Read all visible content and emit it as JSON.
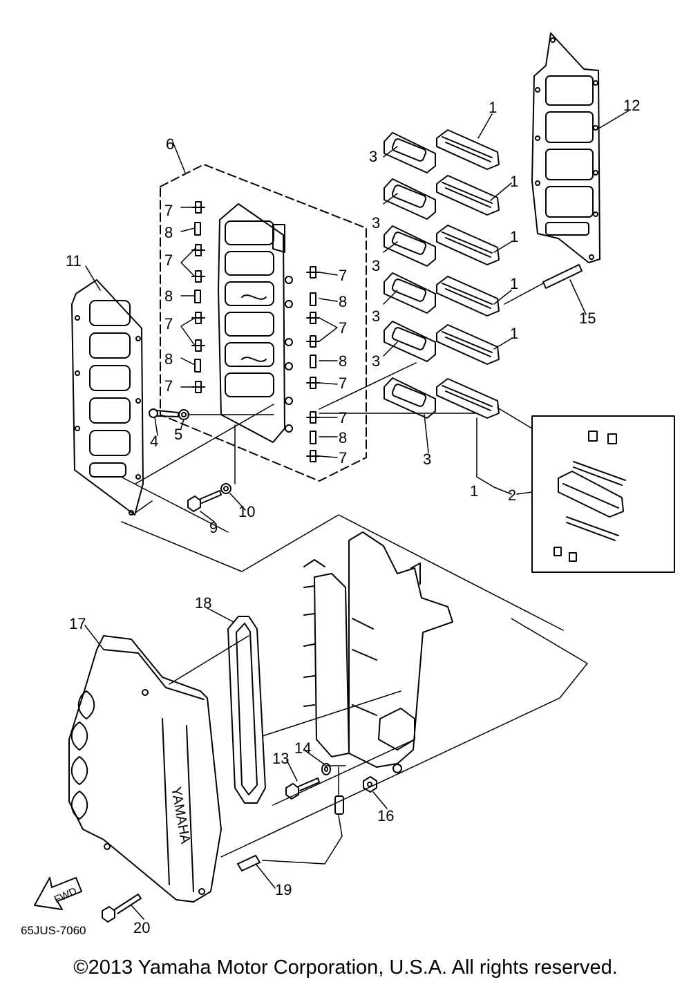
{
  "diagram": {
    "drawing_code": "65JUS-7060",
    "fwd_label": "FWD",
    "brand_mark": "YAMAHA",
    "callouts": [
      {
        "id": "c1a",
        "label": "1"
      },
      {
        "id": "c1b",
        "label": "1"
      },
      {
        "id": "c1c",
        "label": "1"
      },
      {
        "id": "c1d",
        "label": "1"
      },
      {
        "id": "c1e",
        "label": "1"
      },
      {
        "id": "c1f",
        "label": "1"
      },
      {
        "id": "c2",
        "label": "2"
      },
      {
        "id": "c3a",
        "label": "3"
      },
      {
        "id": "c3b",
        "label": "3"
      },
      {
        "id": "c3c",
        "label": "3"
      },
      {
        "id": "c3d",
        "label": "3"
      },
      {
        "id": "c3e",
        "label": "3"
      },
      {
        "id": "c3f",
        "label": "3"
      },
      {
        "id": "c4",
        "label": "4"
      },
      {
        "id": "c5",
        "label": "5"
      },
      {
        "id": "c6",
        "label": "6"
      },
      {
        "id": "c7a",
        "label": "7"
      },
      {
        "id": "c7b",
        "label": "7"
      },
      {
        "id": "c7c",
        "label": "7"
      },
      {
        "id": "c7d",
        "label": "7"
      },
      {
        "id": "c7e",
        "label": "7"
      },
      {
        "id": "c7f",
        "label": "7"
      },
      {
        "id": "c7g",
        "label": "7"
      },
      {
        "id": "c7h",
        "label": "7"
      },
      {
        "id": "c7i",
        "label": "7"
      },
      {
        "id": "c8a",
        "label": "8"
      },
      {
        "id": "c8b",
        "label": "8"
      },
      {
        "id": "c8c",
        "label": "8"
      },
      {
        "id": "c8d",
        "label": "8"
      },
      {
        "id": "c8e",
        "label": "8"
      },
      {
        "id": "c8f",
        "label": "8"
      },
      {
        "id": "c9",
        "label": "9"
      },
      {
        "id": "c10",
        "label": "10"
      },
      {
        "id": "c11",
        "label": "11"
      },
      {
        "id": "c12",
        "label": "12"
      },
      {
        "id": "c13",
        "label": "13"
      },
      {
        "id": "c14",
        "label": "14"
      },
      {
        "id": "c15",
        "label": "15"
      },
      {
        "id": "c16",
        "label": "16"
      },
      {
        "id": "c17",
        "label": "17"
      },
      {
        "id": "c18",
        "label": "18"
      },
      {
        "id": "c19",
        "label": "19"
      },
      {
        "id": "c20",
        "label": "20"
      }
    ]
  },
  "footer": {
    "copyright": "©2013 Yamaha Motor Corporation, U.S.A. All rights reserved."
  },
  "colors": {
    "line": "#000000",
    "background": "#ffffff"
  }
}
